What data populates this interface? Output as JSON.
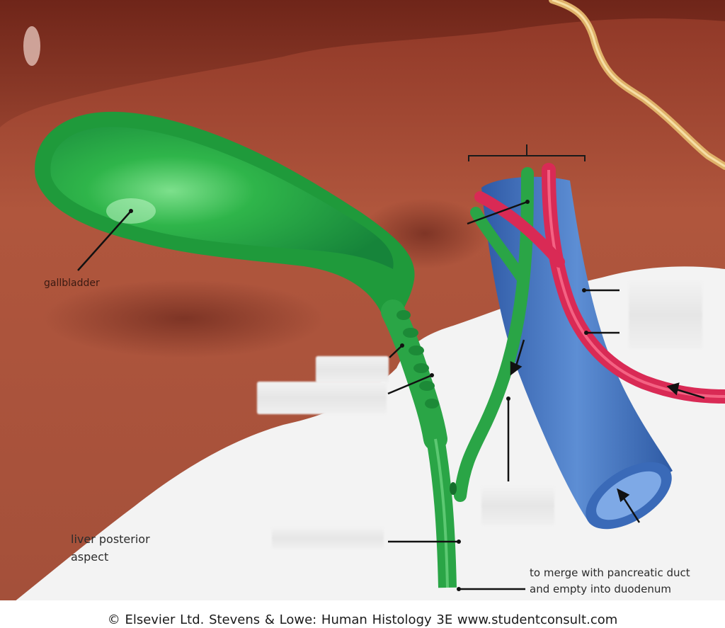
{
  "labels": {
    "gallbladder": "gallbladder",
    "liver_posterior_line1": "liver posterior",
    "liver_posterior_line2": "aspect",
    "merge_line1": "to merge with pancreatic duct",
    "merge_line2": "and empty into duodenum"
  },
  "credit": "© Elsevier Ltd. Stevens & Lowe: Human Histology 3E    www.studentconsult.com",
  "colors": {
    "liver": "#a64a34",
    "liver_dark": "#7c2f21",
    "bile_duct_green": "#2eae45",
    "portal_vein_blue": "#4f7fc5",
    "hepatic_artery_red": "#e0335c",
    "nerve_yellow": "#e0b26a",
    "label_mask": "#ececec"
  }
}
